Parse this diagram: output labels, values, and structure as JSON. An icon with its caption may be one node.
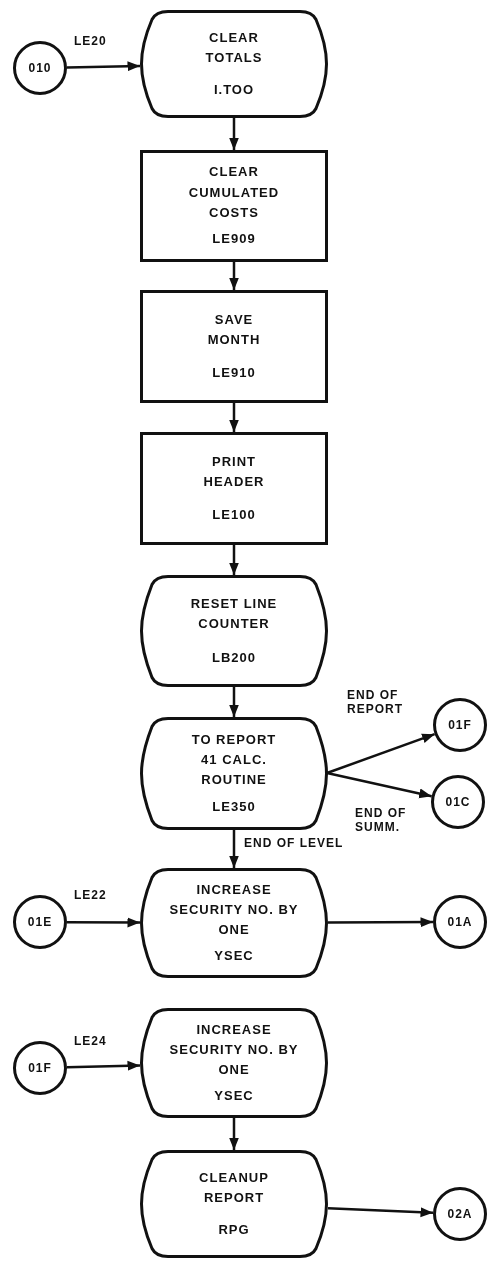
{
  "diagram": {
    "nodes": [
      {
        "text": [
          "010"
        ]
      },
      {
        "text": [
          "CLEAR TOTALS",
          "I.TOO"
        ]
      },
      {
        "text": [
          "CLEAR CUMULATED COSTS",
          "LE909"
        ]
      },
      {
        "text": [
          "SAVE MONTH",
          "LE910"
        ]
      },
      {
        "text": [
          "PRINT HEADER",
          "LE100"
        ]
      },
      {
        "text": [
          "RESET LINE COUNTER",
          "LB200"
        ]
      },
      {
        "text": [
          "TO REPORT 41 CALC. ROUTINE",
          "LE350"
        ]
      },
      {
        "text": [
          "01F"
        ]
      },
      {
        "text": [
          "01C"
        ]
      },
      {
        "text": [
          "01E"
        ]
      },
      {
        "text": [
          "INCREASE SECURITY NO. BY ONE",
          "YSEC"
        ]
      },
      {
        "text": [
          "01A"
        ]
      },
      {
        "text": [
          "01F"
        ]
      },
      {
        "text": [
          "INCREASE SECURITY NO. BY ONE",
          "YSEC"
        ]
      },
      {
        "text": [
          "CLEANUP REPORT",
          "RPG"
        ]
      },
      {
        "text": [
          "02A"
        ]
      }
    ],
    "edges": [
      {
        "from": 0,
        "to": 1,
        "arrow": "to",
        "label": "LE20"
      },
      {
        "from": 1,
        "to": 2,
        "arrow": "to"
      },
      {
        "from": 2,
        "to": 3,
        "arrow": "to"
      },
      {
        "from": 3,
        "to": 4,
        "arrow": "to"
      },
      {
        "from": 4,
        "to": 5,
        "arrow": "to"
      },
      {
        "from": 5,
        "to": 6,
        "arrow": "to"
      },
      {
        "from": 6,
        "to": 7,
        "arrow": "to",
        "label": "END OF REPORT"
      },
      {
        "from": 6,
        "to": 8,
        "arrow": "to",
        "label": "END OF SUMM."
      },
      {
        "from": 6,
        "to": 10,
        "arrow": "to",
        "label": "END OF LEVEL"
      },
      {
        "from": 9,
        "to": 10,
        "arrow": "to",
        "label": "LE22"
      },
      {
        "from": 10,
        "to": 11,
        "arrow": "to"
      },
      {
        "from": 12,
        "to": 13,
        "arrow": "to",
        "label": "LE24"
      },
      {
        "from": 13,
        "to": 14,
        "arrow": "to"
      },
      {
        "from": 14,
        "to": 15,
        "arrow": "to"
      }
    ]
  }
}
